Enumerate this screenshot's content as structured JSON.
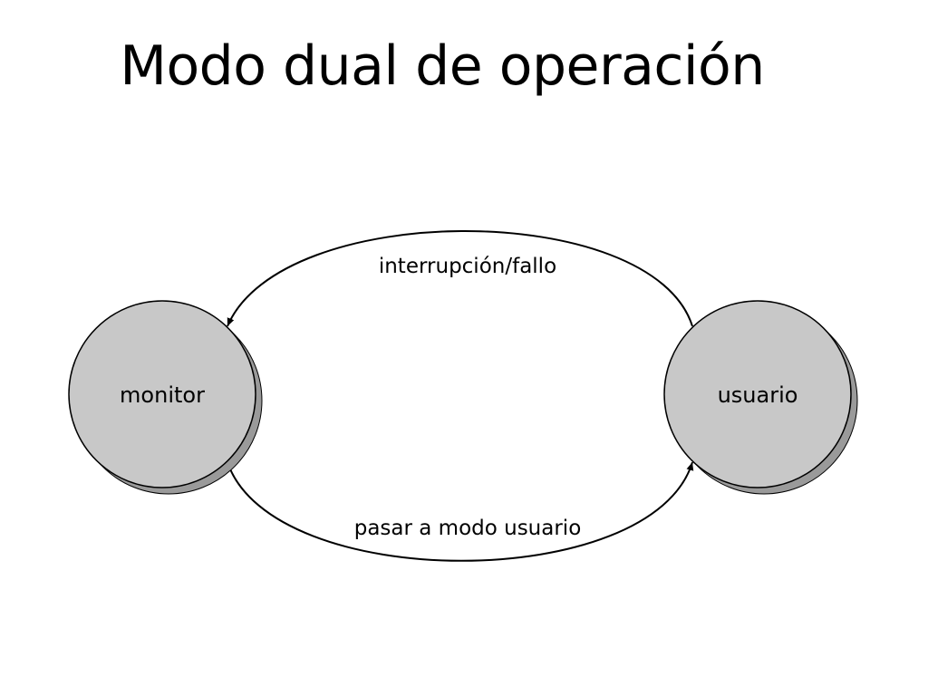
{
  "slide": {
    "title": "Modo dual de operación"
  },
  "diagram": {
    "nodes": {
      "monitor": {
        "label": "monitor"
      },
      "usuario": {
        "label": "usuario"
      }
    },
    "edges": {
      "top": {
        "label": "interrupción/fallo",
        "from": "usuario",
        "to": "monitor"
      },
      "bottom": {
        "label": "pasar a modo usuario",
        "from": "monitor",
        "to": "usuario"
      }
    },
    "colors": {
      "node_fill": "#c8c8c8",
      "node_shadow": "#9a9a9a",
      "stroke": "#000000",
      "background": "#ffffff"
    }
  }
}
